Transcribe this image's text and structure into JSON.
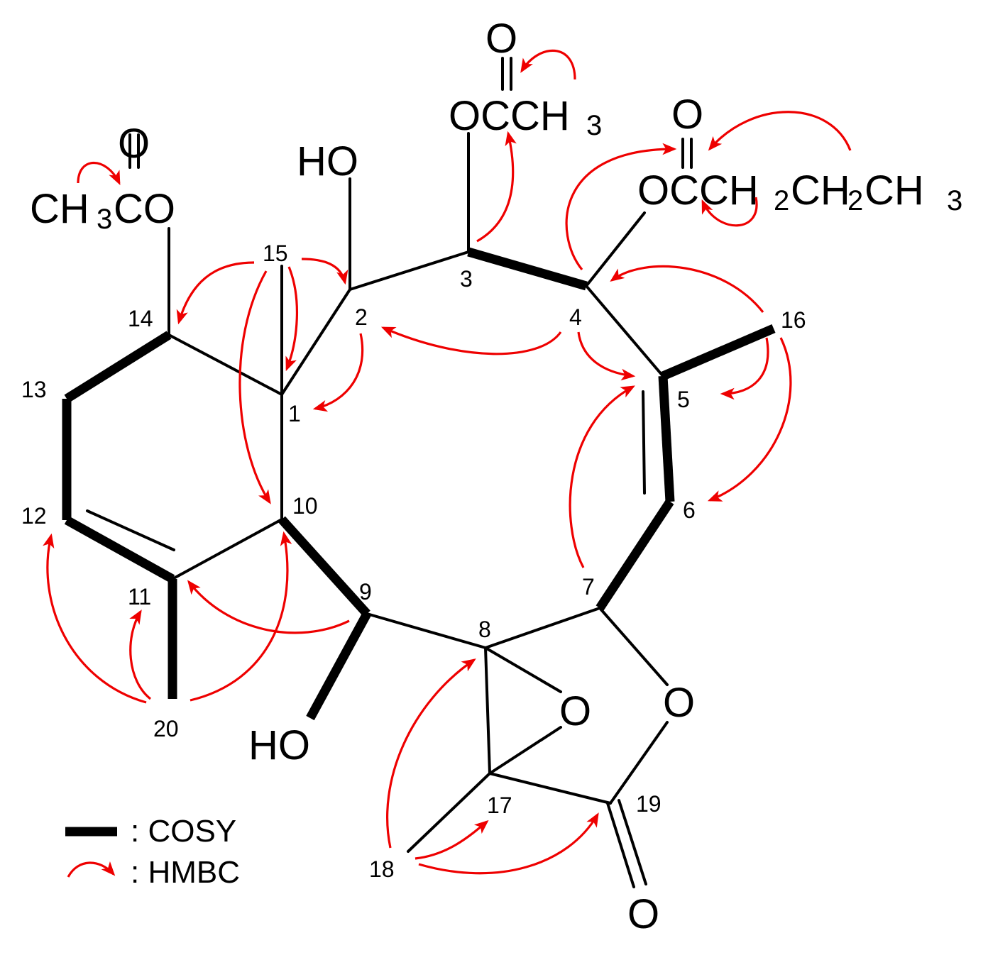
{
  "atoms": {
    "o_ketone_3": "O",
    "oac3_label": "OCCH",
    "oac3_sub": "3",
    "ho2": "HO",
    "o_ketone_14": "O",
    "ch3co_ch": "CH",
    "ch3co_sub": "3",
    "ch3co_co": "CO",
    "o_ketone_4": "O",
    "ester4_a": "OCCH",
    "ester4_sub1": "2",
    "ester4_b": "CH",
    "ester4_sub2": "2",
    "ester4_c": "CH",
    "ester4_sub3": "3",
    "ho9": "HO",
    "o_epoxide": "O",
    "o_lactone": "O",
    "o_carbonyl_19": "O"
  },
  "numbers": [
    "1",
    "2",
    "3",
    "4",
    "5",
    "6",
    "7",
    "8",
    "9",
    "10",
    "11",
    "12",
    "13",
    "14",
    "15",
    "16",
    "17",
    "18",
    "19",
    "20"
  ],
  "legend": {
    "cosy_label": ": COSY",
    "hmbc_label": ": HMBC"
  },
  "colors": {
    "bond": "#000000",
    "hmbc": "#ee0000"
  }
}
